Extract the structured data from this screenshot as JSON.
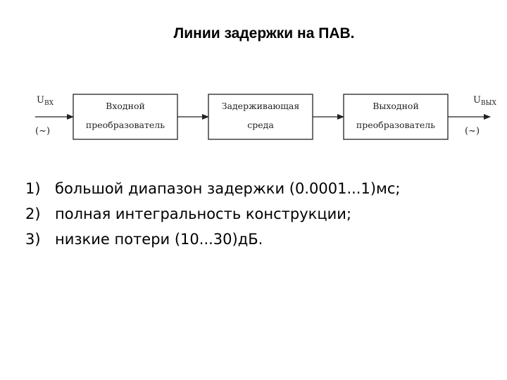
{
  "title": "Линии задержки на ПАВ.",
  "diagram": {
    "input_signal": {
      "symbol": "U",
      "subscript": "ВХ",
      "note": "(~)"
    },
    "output_signal": {
      "symbol": "U",
      "subscript": "ВЫХ",
      "note": "(~)"
    },
    "blocks": [
      {
        "line1": "Входной",
        "line2": "преобразователь"
      },
      {
        "line1": "Задерживающая",
        "line2": "среда"
      },
      {
        "line1": "Выходной",
        "line2": "преобразователь"
      }
    ]
  },
  "list": [
    {
      "num": "1)",
      "text": "большой диапазон задержки (0.0001...1)мс;"
    },
    {
      "num": "2)",
      "text": "полная интегральность конструкции;"
    },
    {
      "num": "3)",
      "text": "низкие потери (10...30)дБ."
    }
  ]
}
